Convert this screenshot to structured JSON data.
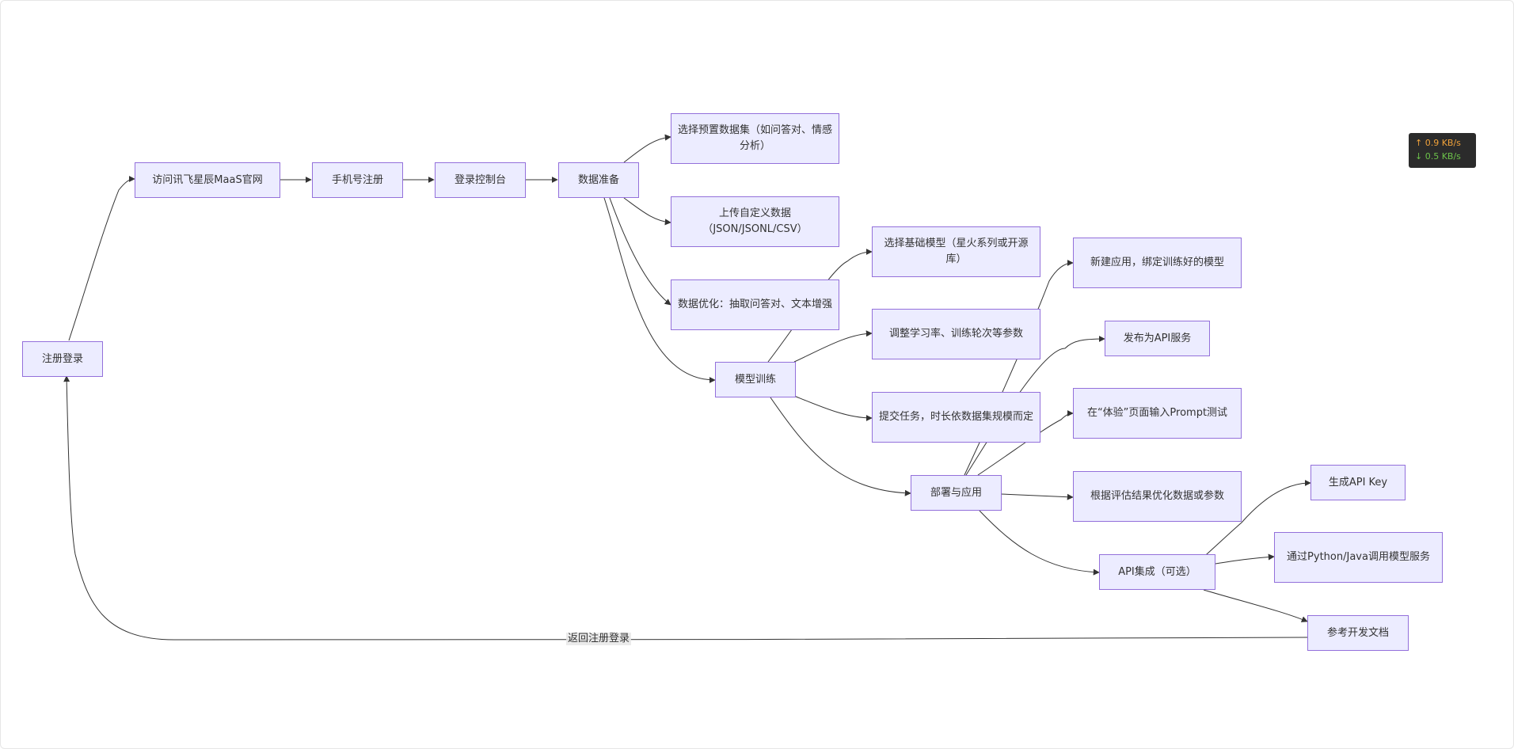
{
  "diagram": {
    "nodes": {
      "register_login": "注册登录",
      "visit_site": "访问讯飞星辰MaaS官网",
      "phone_register": "手机号注册",
      "login_console": "登录控制台",
      "data_prep": "数据准备",
      "preset_dataset": "选择预置数据集（如问答对、情感分析）",
      "upload_custom": "上传自定义数据（JSON/JSONL/CSV）",
      "data_optimize": "数据优化：抽取问答对、文本增强",
      "model_training": "模型训练",
      "select_base_model": "选择基础模型（星火系列或开源库）",
      "tune_params": "调整学习率、训练轮次等参数",
      "submit_task": "提交任务，时长依数据集规模而定",
      "deploy_apply": "部署与应用",
      "new_app": "新建应用，绑定训练好的模型",
      "publish_api": "发布为API服务",
      "prompt_test": "在“体验”页面输入Prompt测试",
      "optimize_by_eval": "根据评估结果优化数据或参数",
      "api_integration": "API集成（可选）",
      "gen_api_key": "生成API Key",
      "call_python_java": "通过Python/Java调用模型服务",
      "ref_docs": "参考开发文档"
    },
    "edge_labels": {
      "return_login": "返回注册登录"
    },
    "colors": {
      "node_fill": "#ECECFF",
      "node_border": "#9370DB",
      "edge": "#333333",
      "text": "#333333"
    }
  },
  "network_widget": {
    "upload": "↑ 0.9 KB/s",
    "download": "↓ 0.5 KB/s"
  }
}
